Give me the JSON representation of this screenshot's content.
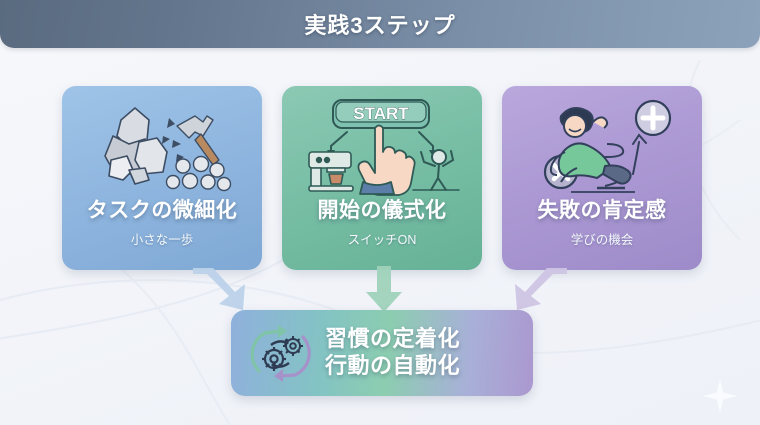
{
  "header": {
    "title": "実践3ステップ"
  },
  "cards": [
    {
      "title": "タスクの微細化",
      "subtitle": "小さな一歩",
      "icon": "rock-hammer-icon",
      "color": "#8fb6df"
    },
    {
      "title": "開始の儀式化",
      "subtitle": "スイッチON",
      "icon": "start-button-hand-icon",
      "button_label": "START",
      "color": "#76bda4"
    },
    {
      "title": "失敗の肯定感",
      "subtitle": "学びの機会",
      "icon": "person-spring-bounce-icon",
      "minus_label": "✕",
      "plus_label": "+",
      "color": "#ab98d3"
    }
  ],
  "arrows": [
    {
      "name": "arrow-from-card-1",
      "color": "#b9cfe8"
    },
    {
      "name": "arrow-from-card-2",
      "color": "#a8d4c2"
    },
    {
      "name": "arrow-from-card-3",
      "color": "#cbc2e2"
    }
  ],
  "result": {
    "icon": "cycle-gears-icon",
    "lines": [
      "習慣の定着化",
      "行動の自動化"
    ]
  }
}
